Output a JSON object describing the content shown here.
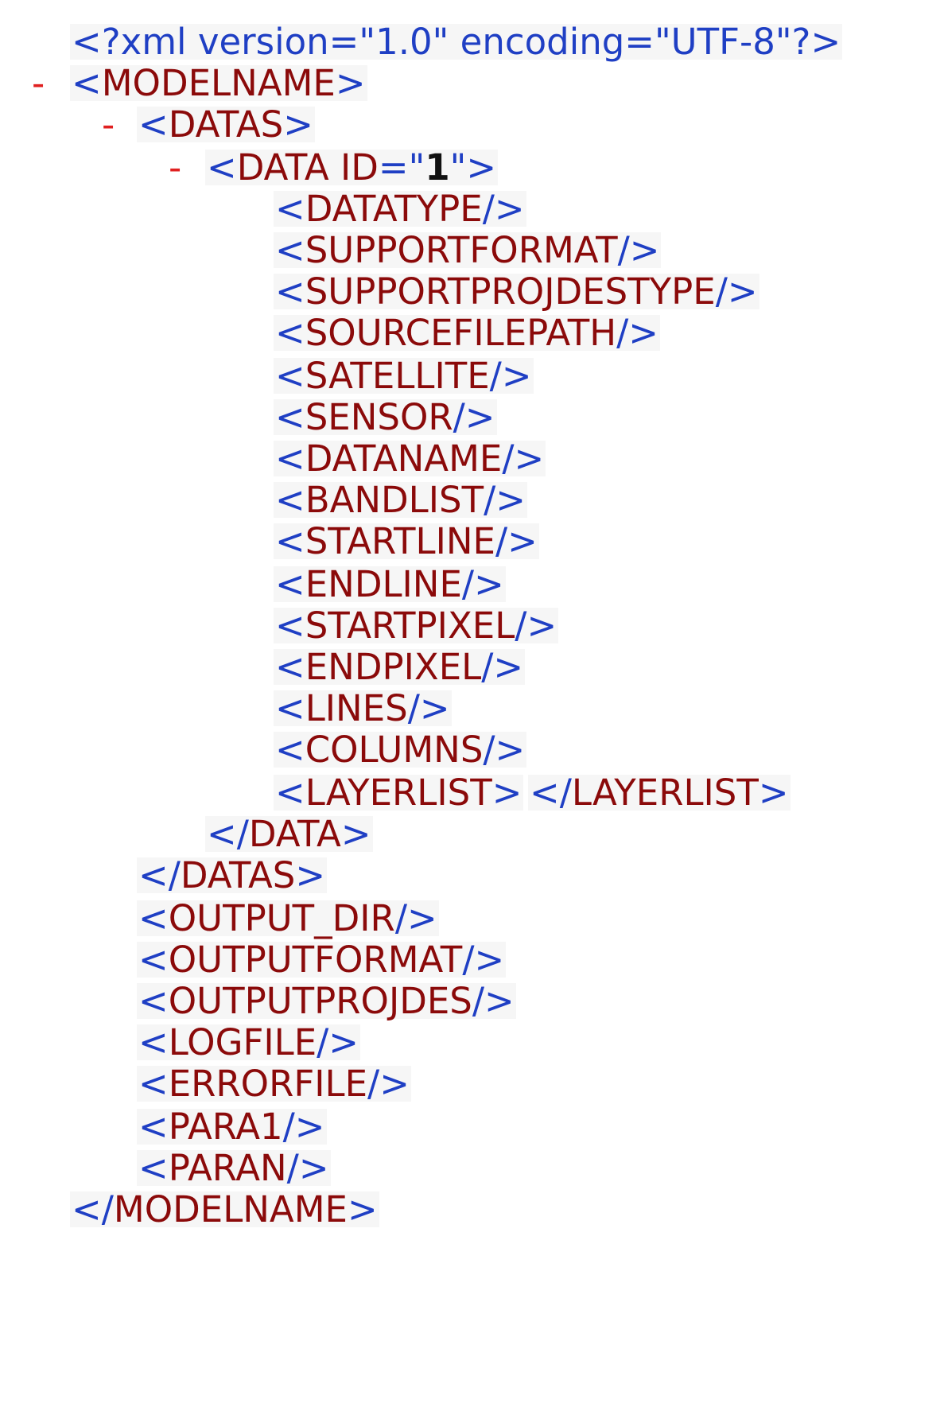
{
  "xml_viewer": {
    "declaration": "<?xml version=\"1.0\" encoding=\"UTF-8\"?>",
    "collapse_symbol": "-",
    "root": {
      "name": "MODELNAME",
      "children": [
        {
          "name": "DATAS",
          "children": [
            {
              "name": "DATA",
              "attribute": {
                "name": "ID",
                "value": "1"
              },
              "children": [
                "DATATYPE",
                "SUPPORTFORMAT",
                "SUPPORTPROJDESTYPE",
                "SOURCEFILEPATH",
                "SATELLITE",
                "SENSOR",
                "DATANAME",
                "BANDLIST",
                "STARTLINE",
                "ENDLINE",
                "STARTPIXEL",
                "ENDPIXEL",
                "LINES",
                "COLUMNS"
              ],
              "open_close": "LAYERLIST"
            }
          ]
        },
        "OUTPUT_DIR",
        "OUTPUTFORMAT",
        "OUTPUTPROJDES",
        "LOGFILE",
        "ERRORFILE",
        "PARA1",
        "PARAN"
      ]
    },
    "colors": {
      "bracket": "#1f3fc4",
      "tag_name": "#8b0a0a",
      "collapse": "#e02020",
      "attr_value": "#111111",
      "node_bg": "#f6f6f6"
    }
  }
}
